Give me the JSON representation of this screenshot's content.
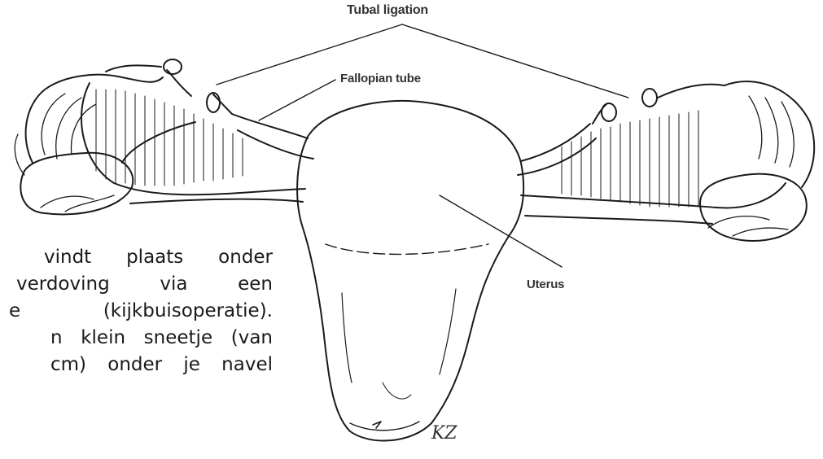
{
  "labels": {
    "tubal_ligation": "Tubal ligation",
    "fallopian_tube": "Fallopian tube",
    "uterus": "Uterus",
    "signature": "KZ"
  },
  "body_text": {
    "lines": [
      "vindt plaats onder",
      "verdoving via een",
      "e (kijkbuisoperatie).",
      "n klein sneetje (van",
      "cm) onder je navel",
      ""
    ]
  },
  "colors": {
    "ink": "#1a1a1a",
    "background": "#ffffff"
  }
}
